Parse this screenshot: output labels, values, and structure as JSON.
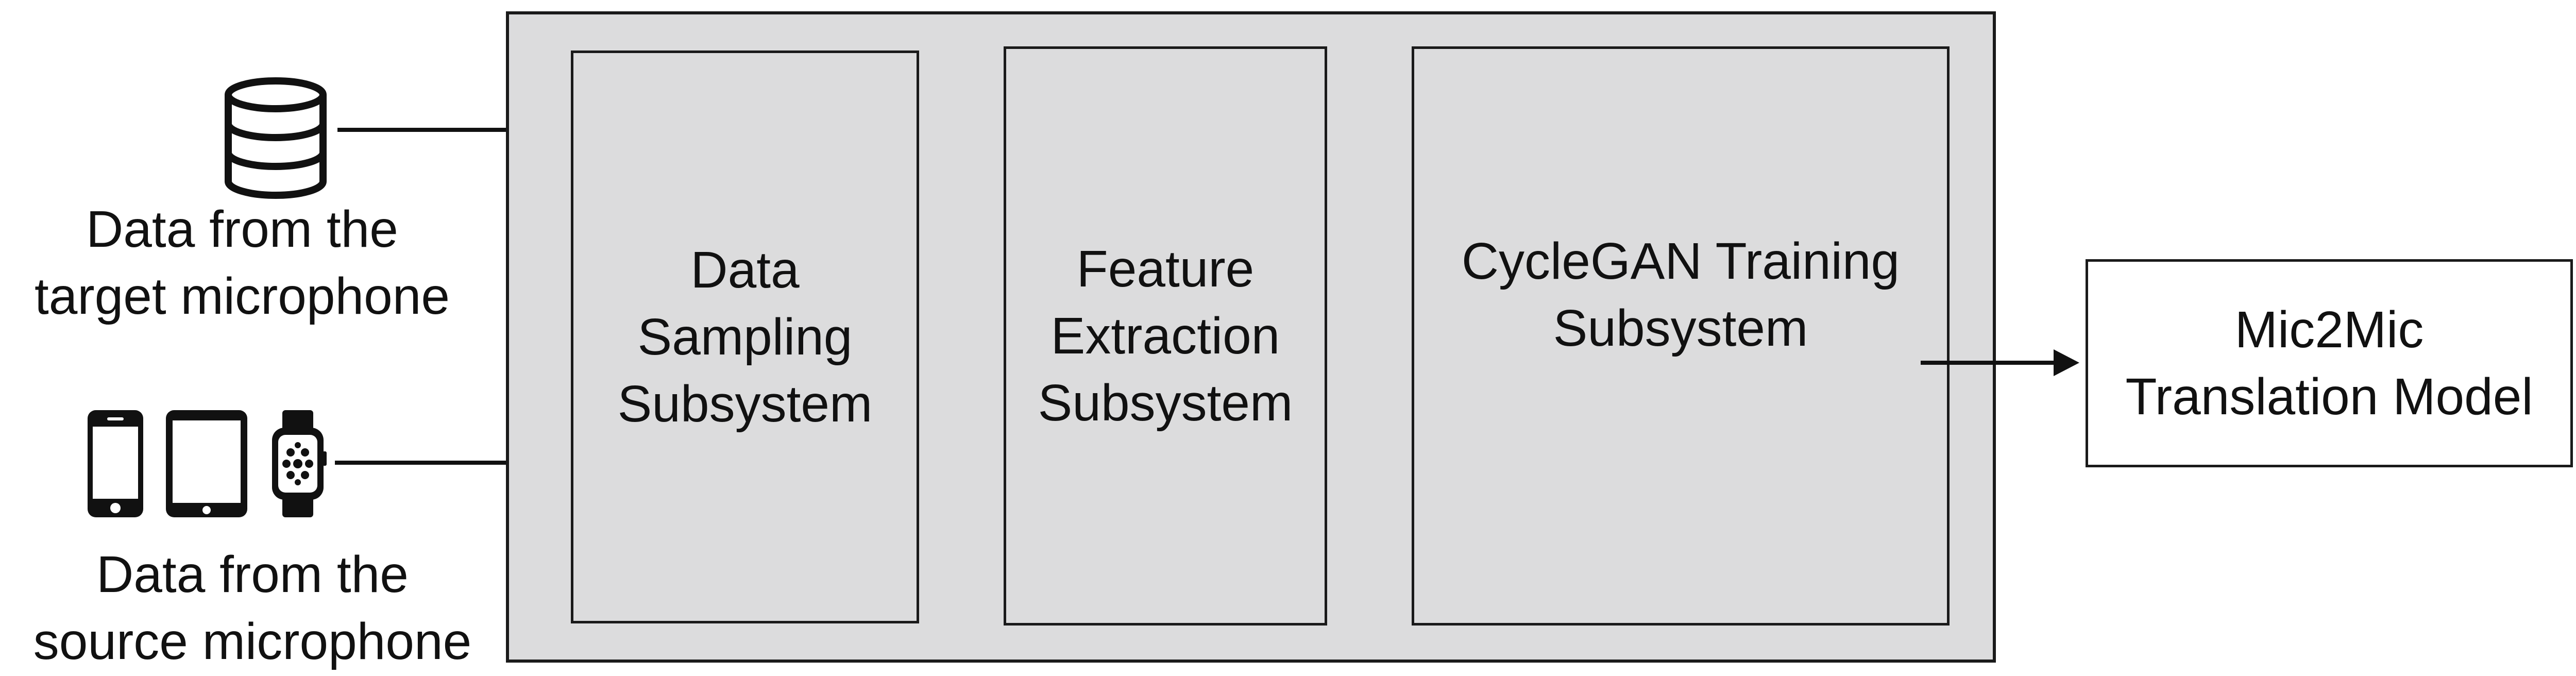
{
  "inputs": {
    "target": {
      "label": "Data from the\ntarget microphone",
      "icon": "database-icon"
    },
    "source": {
      "label": "Data from the\nsource microphone",
      "icons": [
        "smartphone-icon",
        "tablet-icon",
        "smartwatch-icon"
      ]
    }
  },
  "pipeline": {
    "stages": [
      {
        "label": "Data\nSampling\nSubsystem"
      },
      {
        "label": "Feature\nExtraction\nSubsystem"
      },
      {
        "label": "CycleGAN Training\nSubsystem"
      }
    ]
  },
  "output": {
    "label": "Mic2Mic\nTranslation Model"
  },
  "colors": {
    "container_fill": "#dcdcdd",
    "stroke": "#1a1a1a",
    "output_fill": "#ffffff"
  }
}
